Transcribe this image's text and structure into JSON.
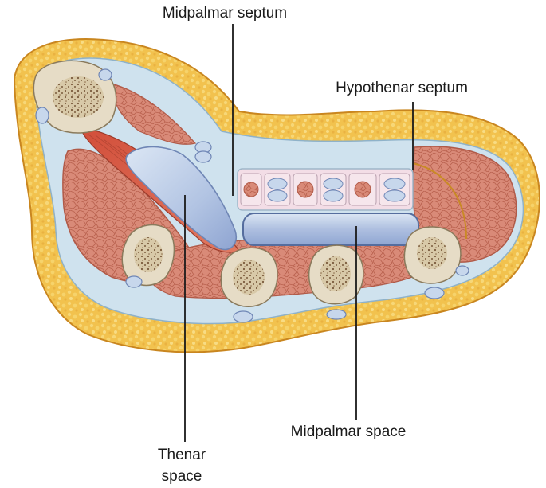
{
  "labels": {
    "midpalmar_septum": "Midpalmar septum",
    "hypothenar_septum": "Hypothenar septum",
    "midpalmar_space": "Midpalmar space",
    "thenar_space_line1": "Thenar",
    "thenar_space_line2": "space"
  },
  "colors": {
    "skin_fat": "#f2c24e",
    "skin_outline": "#c9861f",
    "fascia": "#cfe2ee",
    "muscle": "#d98a78",
    "muscle_outline": "#b05a48",
    "thenar_muscle": "#cf5a44",
    "bone": "#e6dcc6",
    "bone_marrow": "#7a5a3c",
    "space_fill": "#b9cbe6",
    "tendon_sheath": "#f3dde6",
    "leader_line": "#1a1a1a"
  }
}
